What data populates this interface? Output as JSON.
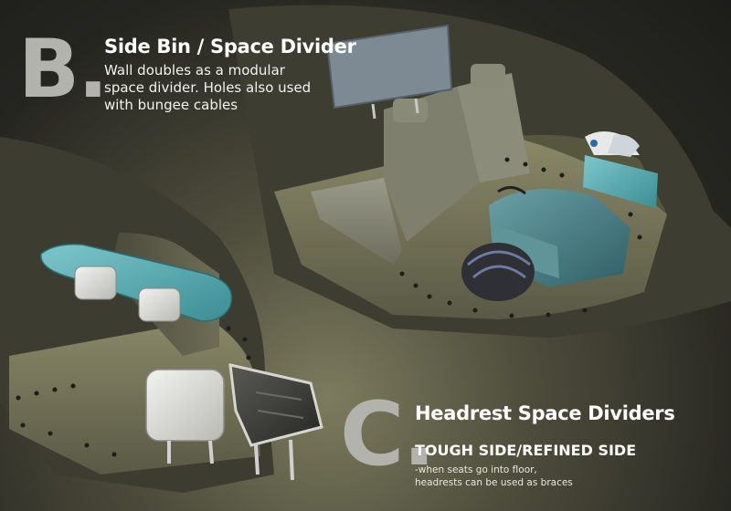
{
  "section_b": {
    "letter": "B",
    "title": "Side Bin / Space Divider",
    "description_lines": [
      "Wall doubles as a modular",
      "space divider.  Holes also used",
      "with bungee cables"
    ]
  },
  "section_c": {
    "letter": "C",
    "title": "Headrest Space Dividers",
    "subtitle": "TOUGH SIDE/REFINED SIDE",
    "note_lines": [
      "-when seats go into floor,",
      "headrests can be used as braces"
    ]
  },
  "colors": {
    "letter_gray": "#b3b3ae",
    "interior_olive": "#6f6e54",
    "accent_teal": "#3d8a94"
  }
}
